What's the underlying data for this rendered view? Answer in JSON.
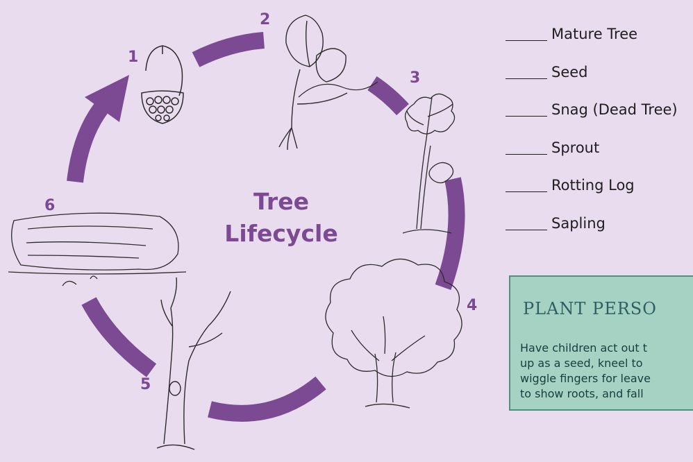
{
  "diagram": {
    "title_line1": "Tree",
    "title_line2": "Lifecycle",
    "stages": [
      {
        "number": "1",
        "icon": "acorn-icon"
      },
      {
        "number": "2",
        "icon": "sprout-icon"
      },
      {
        "number": "3",
        "icon": "sapling-icon"
      },
      {
        "number": "4",
        "icon": "mature-tree-icon"
      },
      {
        "number": "5",
        "icon": "snag-icon"
      },
      {
        "number": "6",
        "icon": "rotting-log-icon"
      }
    ],
    "colors": {
      "background": "#e9dcef",
      "accent": "#7b4a93",
      "callout_fill": "#a6d2c4",
      "callout_border": "#4f8f7c"
    }
  },
  "answer_list": {
    "blank": "____",
    "items": [
      "Mature Tree",
      "Seed",
      "Snag (Dead Tree)",
      "Sprout",
      "Rotting Log",
      "Sapling"
    ]
  },
  "callout": {
    "title": "PLANT PERSO",
    "body": "Have children act out t\nup as a seed, kneel to\nwiggle fingers for leave\nto show roots, and fall"
  }
}
